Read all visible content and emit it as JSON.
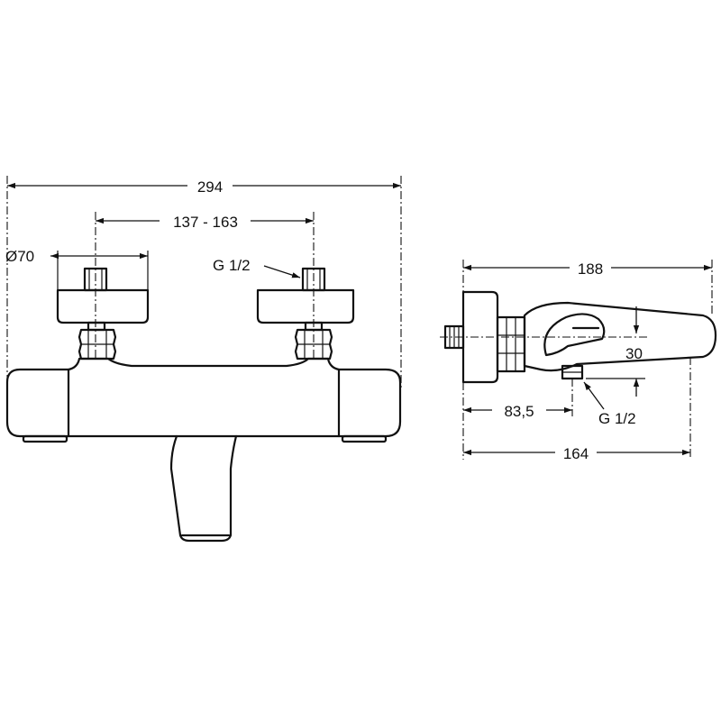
{
  "dimensions": {
    "overall_width": "294",
    "inlet_spacing": "137 - 163",
    "flange_diameter": "Ø70",
    "inlet_thread": "G 1/2",
    "side_depth": "188",
    "handle_offset": "30",
    "outlet_distance": "83,5",
    "outlet_thread": "G 1/2",
    "body_depth": "164"
  },
  "colors": {
    "line": "#111111",
    "background": "#ffffff"
  }
}
